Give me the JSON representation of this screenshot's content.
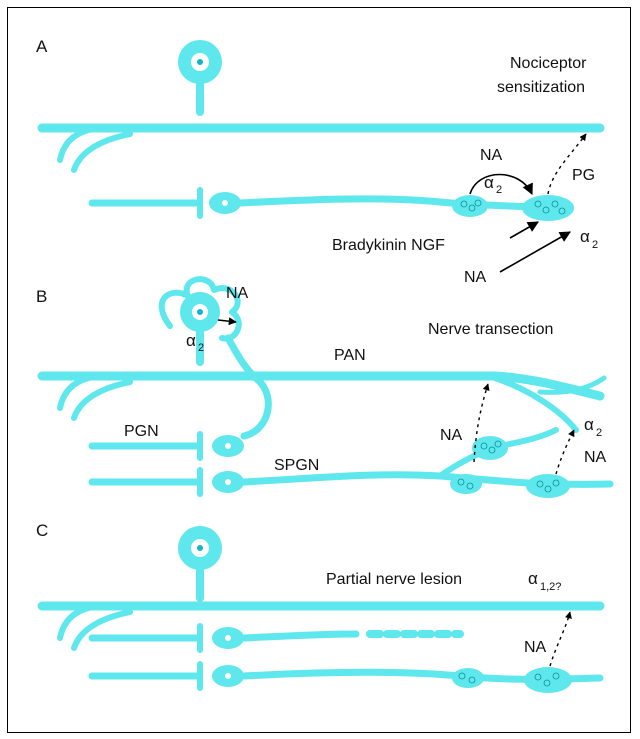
{
  "panels": [
    {
      "id": "A",
      "letter": "A",
      "title_line1": "Nociceptor",
      "title_line2": "sensitization",
      "labels": {
        "na_top": "NA",
        "alpha2_a": "α",
        "alpha2_a_sub": "2",
        "pg": "PG",
        "bradykinin_ngf": "Bradykinin NGF",
        "alpha2_b": "α",
        "alpha2_b_sub": "2",
        "na_bottom": "NA"
      }
    },
    {
      "id": "B",
      "letter": "B",
      "title": "Nerve transection",
      "labels": {
        "na_ganglion": "NA",
        "alpha2_ganglion": "α",
        "alpha2_ganglion_sub": "2",
        "pan": "PAN",
        "pgn": "PGN",
        "spgn": "SPGN",
        "na_mid": "NA",
        "alpha2_right": "α",
        "alpha2_right_sub": "2",
        "na_right": "NA"
      }
    },
    {
      "id": "C",
      "letter": "C",
      "title": "Partial nerve lesion",
      "labels": {
        "alpha12": "α",
        "alpha12_sub": "1,2?",
        "na": "NA"
      }
    }
  ],
  "colors": {
    "nerve": "#5ee7ec",
    "nucleus_dot": "#11b8c4",
    "text": "#111111",
    "border": "#000000"
  }
}
